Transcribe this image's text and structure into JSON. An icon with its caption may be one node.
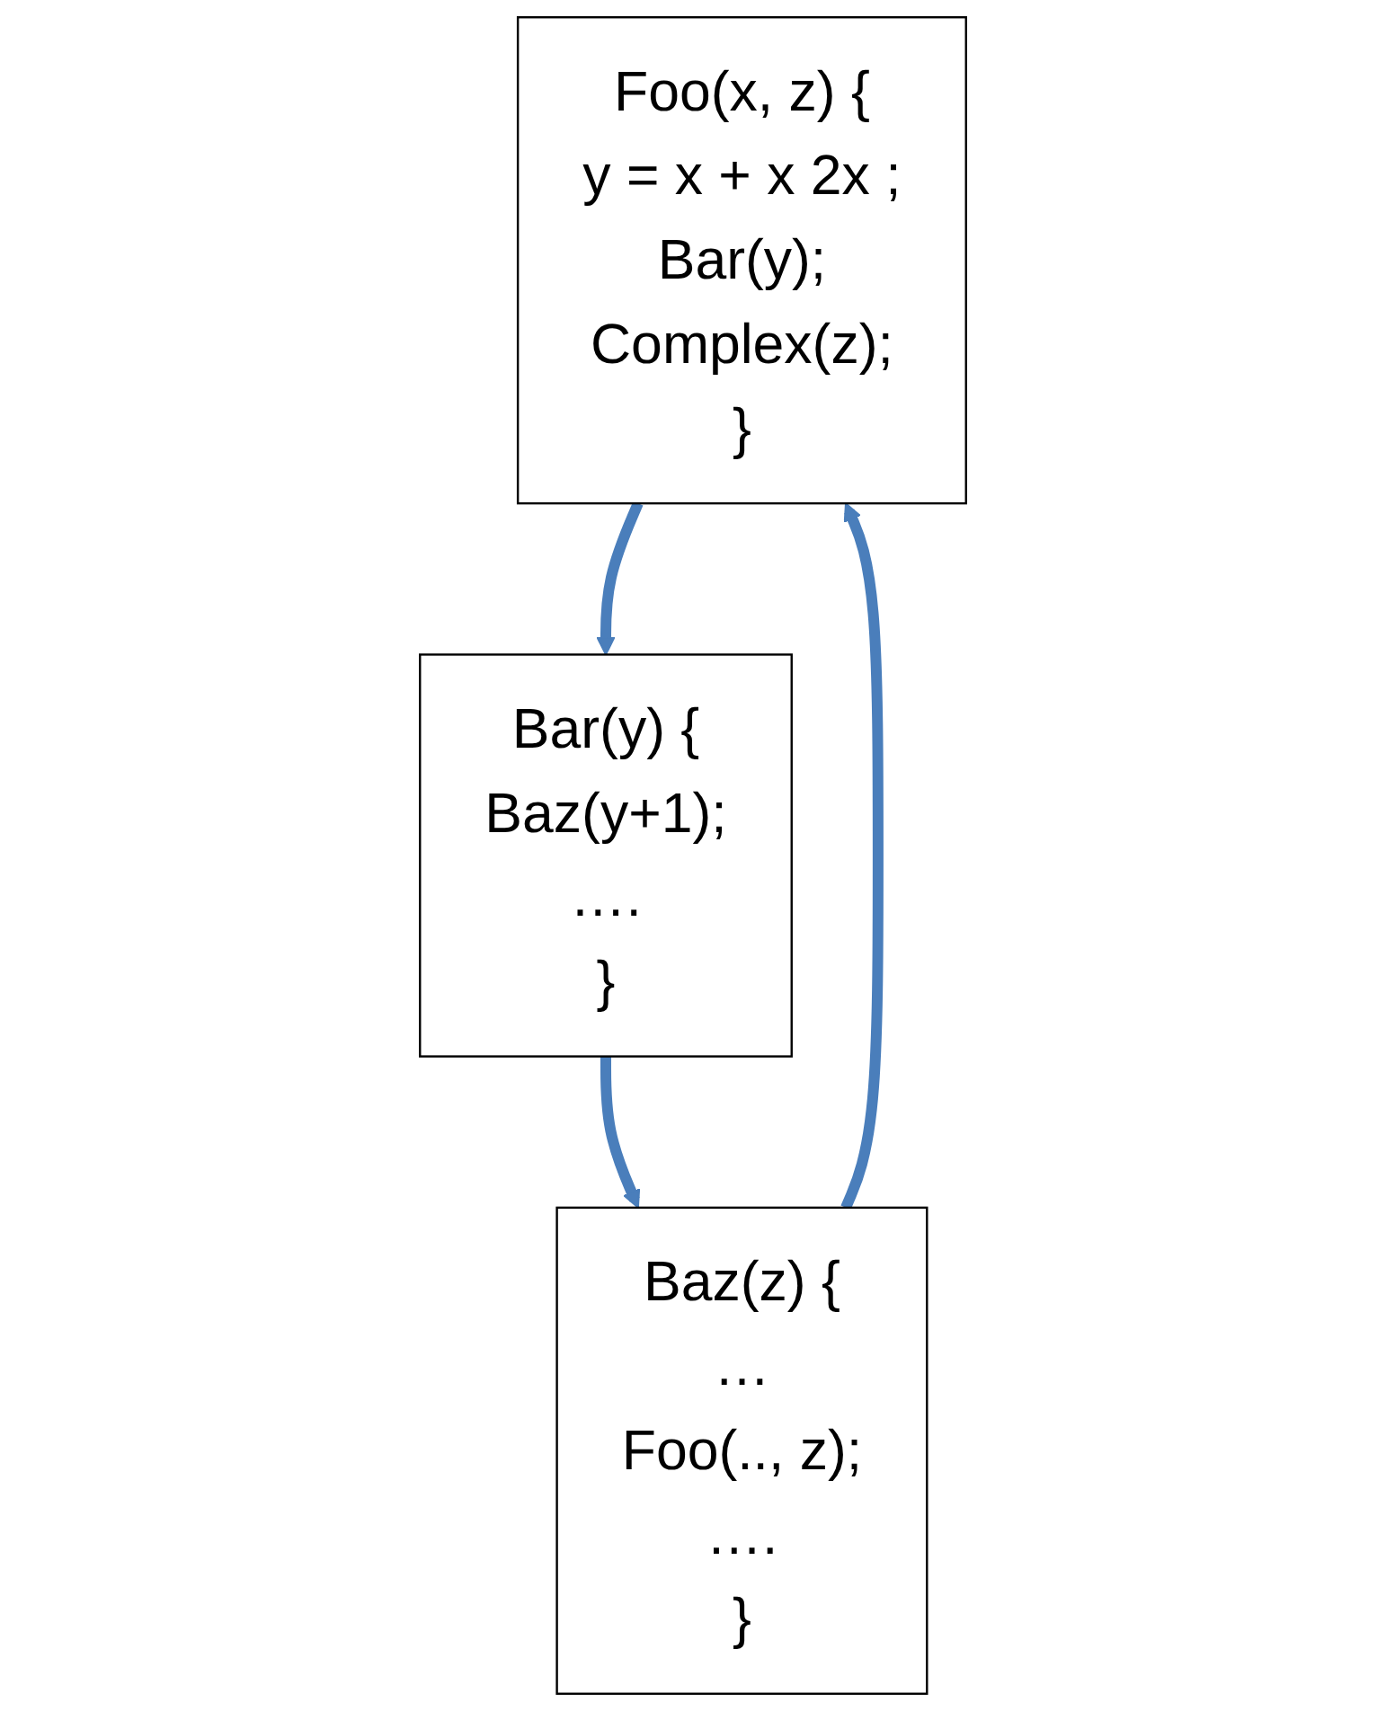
{
  "diagram": {
    "nodes": [
      {
        "text": [
          "Foo(x, z) {",
          "y = x + x 2x ;",
          "Bar(y);",
          "Complex(z);",
          "}"
        ]
      },
      {
        "text": [
          "Bar(y) {",
          "Baz(y+1);",
          "….",
          "}"
        ]
      },
      {
        "text": [
          "Baz(z) {",
          "…",
          "Foo(.., z);",
          "….",
          "}"
        ]
      }
    ],
    "edges": [
      {
        "from": 0,
        "to": 1,
        "arrow": "to"
      },
      {
        "from": 1,
        "to": 2,
        "arrow": "to"
      },
      {
        "from": 2,
        "to": 0,
        "arrow": "to"
      }
    ]
  }
}
